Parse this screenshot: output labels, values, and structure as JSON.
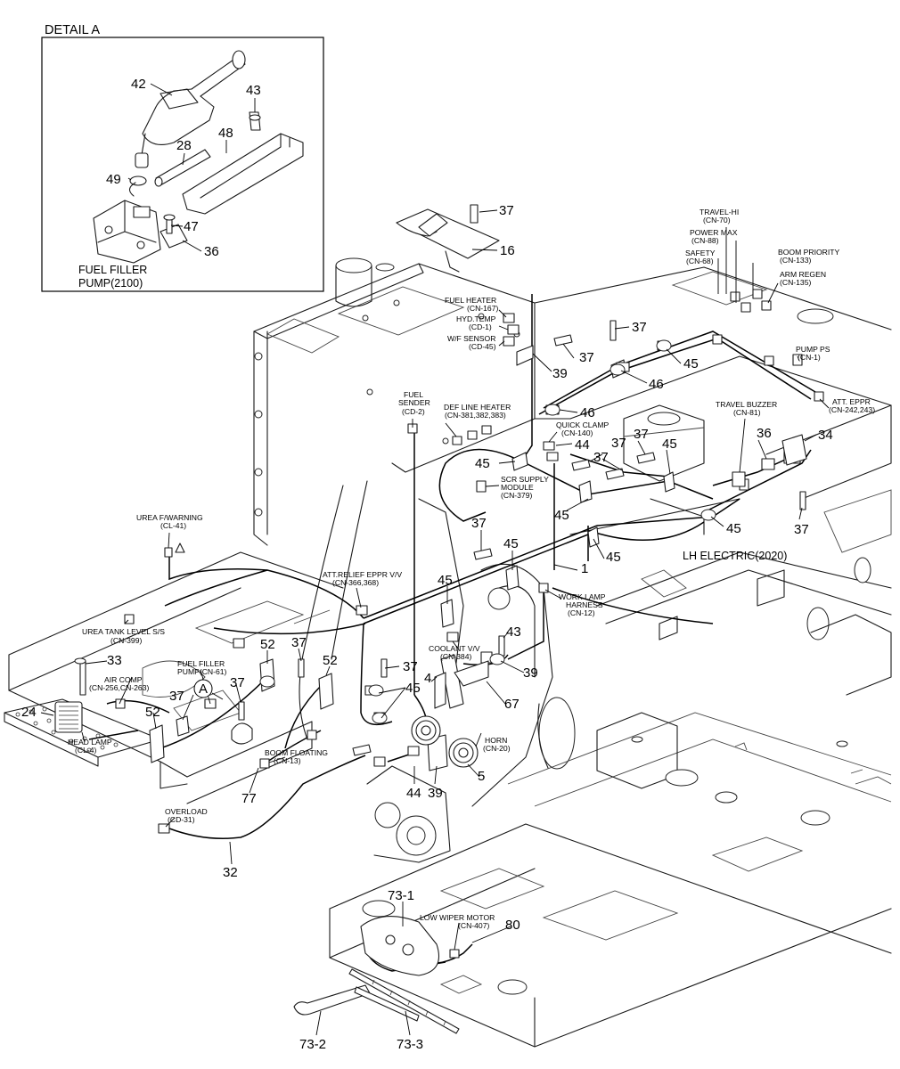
{
  "detail": {
    "title": "DETAIL  A",
    "pump_label_1": "FUEL FILLER",
    "pump_label_2": "PUMP(2100)",
    "callouts": [
      "42",
      "43",
      "28",
      "48",
      "49",
      "47",
      "36"
    ]
  },
  "part_numbers": {
    "p37a": "37",
    "p16": "16",
    "p37b": "37",
    "p37c": "37",
    "p39a": "39",
    "p45a": "45",
    "p46a": "46",
    "p46b": "46",
    "p44a": "44",
    "p37d": "37",
    "p37e": "37",
    "p45b": "45",
    "p36": "36",
    "p34": "34",
    "p45c": "45",
    "p37f": "37",
    "p45d": "45",
    "p37g": "37",
    "p45e": "45",
    "p45f": "45",
    "p1": "1",
    "p45g": "45",
    "p45h": "45",
    "p37h": "37",
    "p52a": "52",
    "p52b": "52",
    "p33": "33",
    "p37i": "37",
    "p37j": "37",
    "p45i": "45",
    "p4": "4",
    "p43": "43",
    "p39b": "39",
    "p67": "67",
    "p24": "24",
    "p37k": "37",
    "p52c": "52",
    "p44b": "44",
    "p39c": "39",
    "p5": "5",
    "p77": "77",
    "p32": "32",
    "p73_1": "73-1",
    "p80": "80",
    "p73_2": "73-2",
    "p73_3": "73-3",
    "circle_a": "A"
  },
  "labels": {
    "travel_name": "TRAVEL-HI",
    "travel_code": "(CN-70)",
    "power_name": "POWER MAX",
    "power_code": "(CN-88)",
    "boom_priority_name": "BOOM PRIORITY",
    "boom_priority_code": "(CN-133)",
    "safety_name": "SAFETY",
    "safety_code": "(CN-68)",
    "arm_regen_name": "ARM REGEN",
    "arm_regen_code": "(CN-135)",
    "fuel_heater_name": "FUEL HEATER",
    "fuel_heater_code": "(CN-167)",
    "hyd_temp_name": "HYD.TEMP",
    "hyd_temp_code": "(CD-1)",
    "wif_name": "W/F SENSOR",
    "wif_code": "(CD-45)",
    "pump_ps_name": "PUMP PS",
    "pump_ps_code": "(CN-1)",
    "fuel_sender_name_1": "FUEL",
    "fuel_sender_name_2": "SENDER",
    "fuel_sender_code": "(CD-2)",
    "def_line_name": "DEF LINE HEATER",
    "def_line_code": "(CN-381,382,383)",
    "travel_buzzer_name": "TRAVEL BUZZER",
    "travel_buzzer_code": "(CN-81)",
    "att_eppr_name": "ATT. EPPR",
    "att_eppr_code": "(CN-242,243)",
    "quick_clamp_name": "QUICK CLAMP",
    "quick_clamp_code": "(CN-140)",
    "scr_name_1": "SCR SUPPLY",
    "scr_name_2": "MODULE",
    "scr_code": "(CN-379)",
    "lh_electric": "LH ELECTRIC(2020)",
    "urea_warning_name": "UREA F/WARNING",
    "urea_warning_code": "(CL-41)",
    "att_relief_name": "ATT.RELIEF EPPR V/V",
    "att_relief_code": "(CN-366,368)",
    "work_lamp_name_1": "WORK LAMP",
    "work_lamp_name_2": "HARNESS",
    "work_lamp_code": "(CN-12)",
    "urea_tank_name": "UREA TANK LEVEL S/S",
    "urea_tank_code": "(CN-399)",
    "coolant_name": "COOLANT V/V",
    "coolant_code": "(CN-384)",
    "air_comp_name": "AIR COMP",
    "air_comp_code": "(CN-256,CN-263)",
    "fuel_filler_name_1": "FUEL FILLER",
    "fuel_filler_name_2": "PUMP(CN-61)",
    "horn_name": "HORN",
    "horn_code": "(CN-20)",
    "head_lamp_name": "HEAD LAMP",
    "head_lamp_code": "(CL-4)",
    "boom_floating_name": "BOOM FLOATING",
    "boom_floating_code": "(CN-13)",
    "overload_name": "OVERLOAD",
    "overload_code": "(CD-31)",
    "low_wiper_name": "LOW WIPER MOTOR",
    "low_wiper_code": "(CN-407)"
  }
}
